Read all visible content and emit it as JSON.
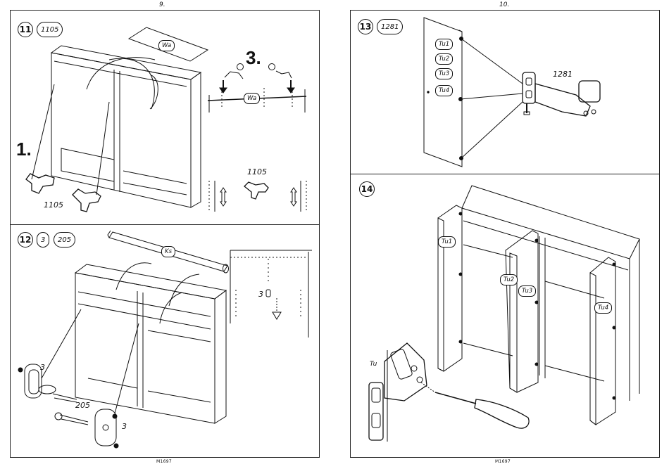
{
  "pages": {
    "left_number": "9.",
    "right_number": "10.",
    "left_footer": "M1697",
    "right_footer": "M1697"
  },
  "step11": {
    "number": "11",
    "part_badge": "1105",
    "part_label_upper": "1105",
    "part_label_lower": "1105",
    "panel_tag": "Wa",
    "panel_tag_detail": "Wa",
    "substep_1": "1.",
    "substep_3": "3."
  },
  "step12": {
    "number": "12",
    "part_badge_a": "3",
    "part_badge_b": "205",
    "rod_tag": "Ks",
    "label_3_left": "3",
    "label_205": "205",
    "label_3_bottom": "3",
    "label_3_detail": "3"
  },
  "step13": {
    "number": "13",
    "part_badge": "1281",
    "part_label": "1281",
    "door_tags": [
      "Tu1",
      "Tu2",
      "Tu3",
      "Tu4"
    ]
  },
  "step14": {
    "number": "14",
    "door_tags": [
      "Tu1",
      "Tu2",
      "Tu3",
      "Tu4"
    ],
    "hinge_label": "Tu"
  }
}
